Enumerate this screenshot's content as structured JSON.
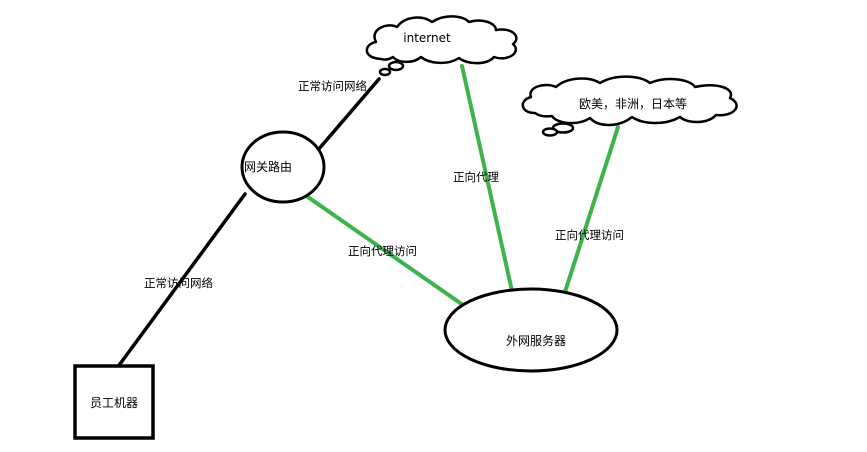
{
  "colors": {
    "background": "#ffffff",
    "stroke": "#000000",
    "proxy_edge": "#3cb44b"
  },
  "nodes": {
    "internet": "internet",
    "overseas": "欧美，非洲，日本等",
    "gateway": "网关路由",
    "employee": "员工机器",
    "proxy_server": "外网服务器"
  },
  "edges": {
    "gateway_to_internet": "正常访问网络",
    "employee_to_gateway": "正常访问网络",
    "gateway_to_proxy": "正向代理访问",
    "internet_to_proxy": "正向代理",
    "overseas_to_proxy": "正向代理访问"
  }
}
